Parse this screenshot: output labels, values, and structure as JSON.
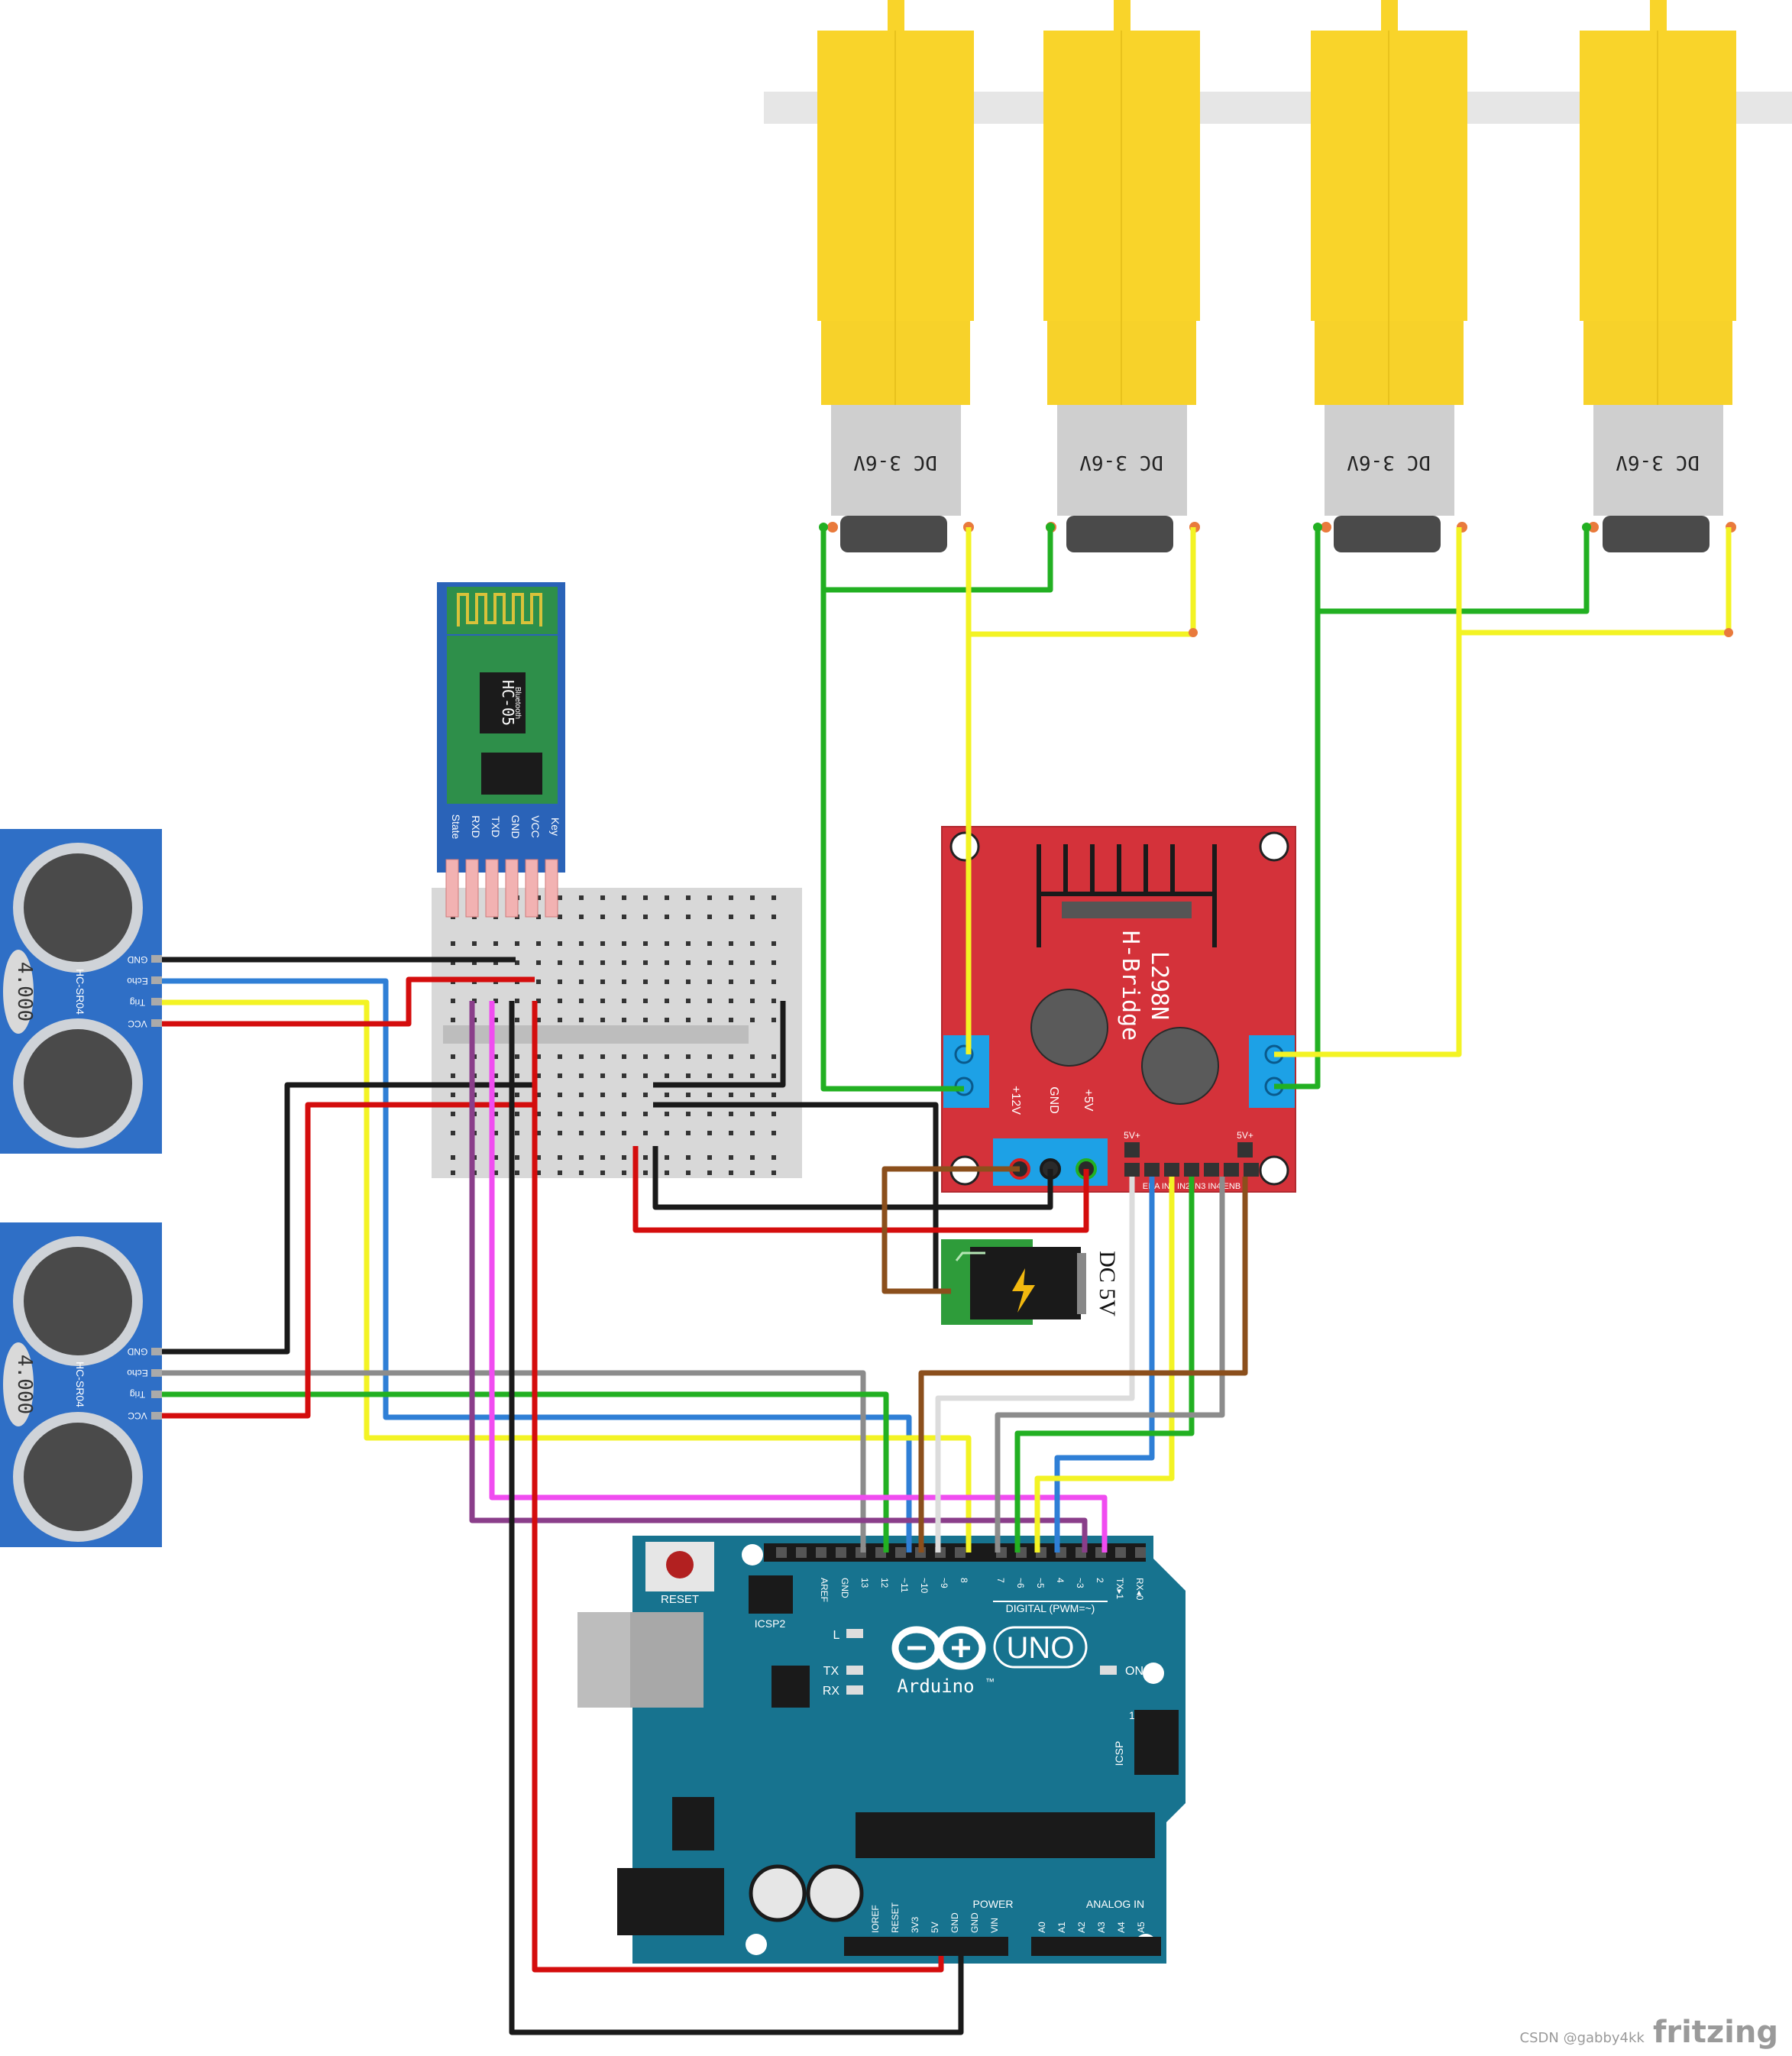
{
  "motors": [
    {
      "label": "DC 3-6V"
    },
    {
      "label": "DC 3-6V"
    },
    {
      "label": "DC 3-6V"
    },
    {
      "label": "DC 3-6V"
    }
  ],
  "bluetooth": {
    "chip_label": "HC-05",
    "sub_label": "Bluetooth",
    "pins": [
      "State",
      "RXD",
      "TXD",
      "GND",
      "VCC",
      "Key"
    ]
  },
  "ultrasonic": [
    {
      "crystal": "4.000",
      "model": "HC-SR04",
      "pins": [
        "GND",
        "Echo",
        "Trig",
        "VCC"
      ]
    },
    {
      "crystal": "4.000",
      "model": "HC-SR04",
      "pins": [
        "GND",
        "Echo",
        "Trig",
        "VCC"
      ]
    }
  ],
  "hbridge": {
    "title_line1": "L298N",
    "title_line2": "H-Bridge",
    "power_labels": [
      "+12V",
      "GND",
      "+5V"
    ],
    "jumper_label_left": "5V+",
    "jumper_label_right": "5V+",
    "control_pins": "ENA IN1 IN2 IN3 IN4 ENB"
  },
  "dc_jack": {
    "label": "DC 5V"
  },
  "arduino": {
    "reset_label": "RESET",
    "icsp2_label": "ICSP2",
    "icsp_label": "ICSP",
    "icsp_one": "1",
    "led_l": "L",
    "led_tx": "TX",
    "led_rx": "RX",
    "on_label": "ON",
    "brand": "Arduino",
    "tm": "™",
    "model": "UNO",
    "digital_label": "DIGITAL (PWM=~)",
    "top_pins_left": [
      "AREF",
      "GND",
      "13",
      "12",
      "~11",
      "~10",
      "~9",
      "8"
    ],
    "top_pins_right": [
      "7",
      "~6",
      "~5",
      "4",
      "~3",
      "2",
      "TX▸1",
      "RX◂0"
    ],
    "power_label": "POWER",
    "power_pins": [
      "IOREF",
      "RESET",
      "3V3",
      "5V",
      "GND",
      "GND",
      "VIN"
    ],
    "analog_label": "ANALOG IN",
    "analog_pins": [
      "A0",
      "A1",
      "A2",
      "A3",
      "A4",
      "A5"
    ]
  },
  "watermark": {
    "brand": "fritzing",
    "csdn": "CSDN @gabby4kk"
  },
  "colors": {
    "motor_yellow": "#f9d42a",
    "motor_gray": "#c9c9c9",
    "hbridge_red": "#d4323a",
    "arduino_teal": "#17738f",
    "sensor_blue": "#2f6fc6",
    "bt_green": "#2e8f4a",
    "bt_blue": "#2a63b8",
    "wire_green": "#22b022",
    "wire_yellow": "#f3f324",
    "wire_red": "#d40d0d",
    "wire_black": "#1a1a1a",
    "wire_blue": "#2f7fd6",
    "wire_gray": "#8c8c8c",
    "wire_purple": "#8a3e8a",
    "wire_pink": "#f04cf0",
    "wire_brown": "#8b4f1c",
    "wire_white": "#dcdcdc"
  }
}
